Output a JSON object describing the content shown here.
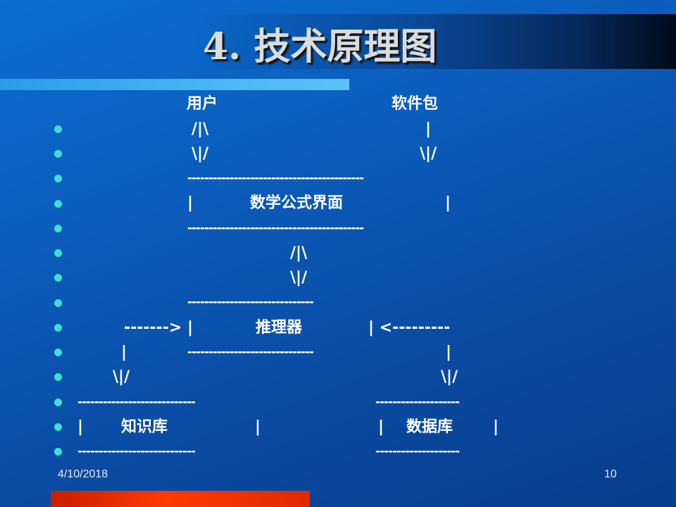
{
  "slide": {
    "title": "4. 技术原理图",
    "footer": {
      "date": "4/10/2018",
      "page_number": "10"
    },
    "diagram": {
      "header_left": "用户",
      "header_right": "软件包",
      "arrow_up_left": "/|\\",
      "bar_right_1": "|",
      "arrow_down_left": "\\|/",
      "arrow_down_right": "\\|/",
      "top_box_rule_1": "------------------------------------------",
      "top_box_left_bar": "|",
      "top_box_label": "数学公式界面",
      "top_box_right_bar": "|",
      "top_box_rule_2": "------------------------------------------",
      "arrow_up_center": "/|\\",
      "arrow_down_center": "\\|/",
      "engine_rule_1": "------------------------------",
      "engine_left_arrow": "-------> |",
      "engine_label": "推理器",
      "engine_right_arrow": "| <---------",
      "left_bar": "|",
      "engine_rule_2": "------------------------------",
      "right_bar": "|",
      "arrow_down_left_2": "\\|/",
      "arrow_down_right_2": "\\|/",
      "kb_rule_1": "----------------------------",
      "db_rule_1": "--------------------",
      "kb_left_bar": "|",
      "kb_label": "知识库",
      "kb_right_bar": "|",
      "db_left_bar": "|",
      "db_label": "数据库",
      "db_right_bar": "|",
      "kb_rule_2": "----------------------------",
      "db_rule_2": "--------------------"
    }
  },
  "colors": {
    "background": "#0b5fbf",
    "bullet": "#3ee0cf",
    "title_text": "#dcdcdc",
    "accent_bar": "#ff3b00",
    "title_rule": "#49b6f4"
  }
}
